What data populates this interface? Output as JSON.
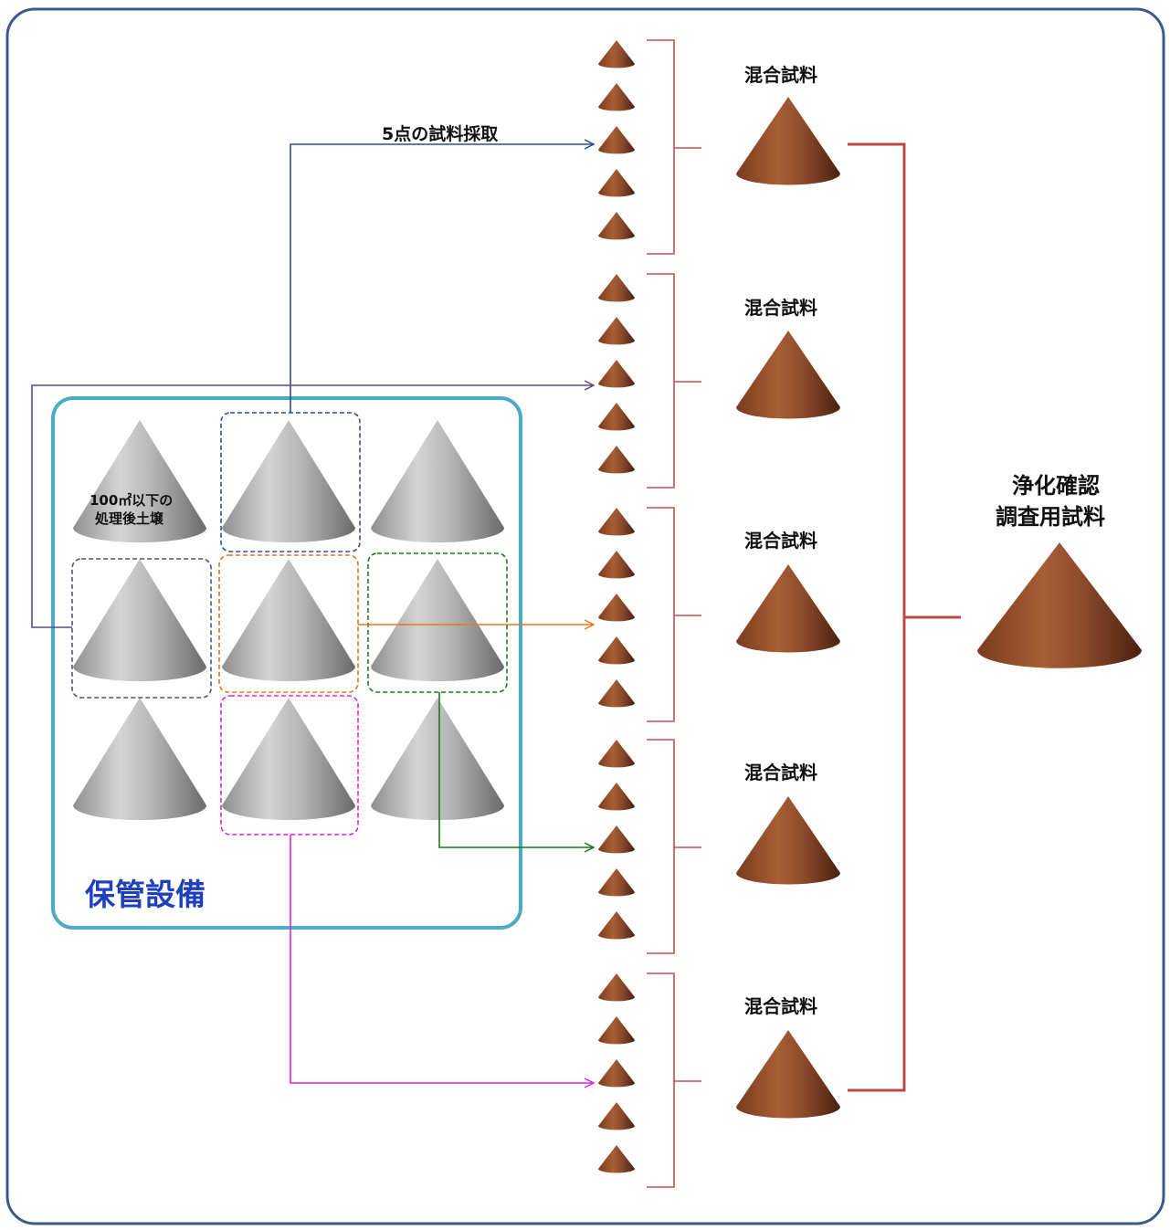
{
  "labels": {
    "sampling_note": "5点の試料採取",
    "storage_facility": "保管設備",
    "soil_pile": [
      "100㎡以下の",
      "処理後土壌"
    ],
    "mixed_sample": "混合試料",
    "final_sample": [
      "浄化確認",
      "調査用試料"
    ]
  },
  "colors": {
    "frame_border": "#3a5a8c",
    "storage_border": "#4bacc6",
    "storage_text": "#1f3fbf",
    "bracket": "#c0504d",
    "connector": "#b94a48",
    "grey_cone": "#a6a6a6",
    "brown_cone": "#8b4a2b",
    "flow_blue": "#2f4f8f",
    "flow_purple": "#5b4a8a",
    "flow_orange": "#e87722",
    "flow_green": "#1a7a1a",
    "flow_magenta": "#e020e0"
  },
  "mixed_groups": [
    {
      "label": "混合試料",
      "increments": 5
    },
    {
      "label": "混合試料",
      "increments": 5
    },
    {
      "label": "混合試料",
      "increments": 5
    },
    {
      "label": "混合試料",
      "increments": 5
    },
    {
      "label": "混合試料",
      "increments": 5
    }
  ]
}
